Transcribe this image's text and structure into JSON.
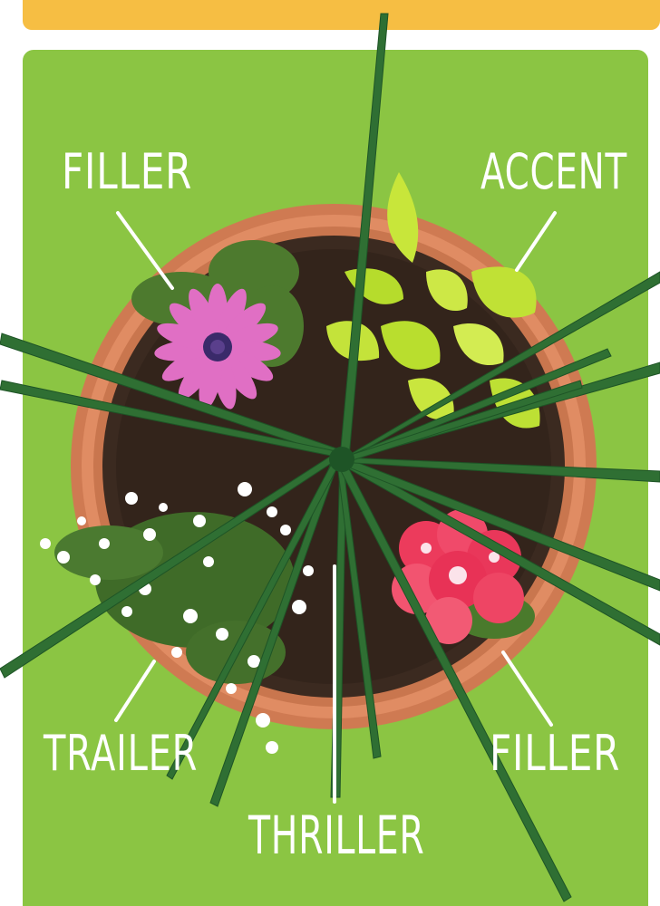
{
  "colors": {
    "header_bar": "#f6be43",
    "background": "#8bc543",
    "pot_rim": "#d9835a",
    "soil": "#3b2a20",
    "label_text": "#ffffff"
  },
  "labels": {
    "filler_top_left": "FILLER",
    "accent_top_right": "ACCENT",
    "trailer_bottom_left": "TRAILER",
    "filler_bottom_right": "FILLER",
    "thriller_bottom_center": "THRILLER"
  },
  "icons": {
    "daisy": "pink-osteospermum-flower-icon",
    "potato_vine": "lime-sweet-potato-vine-icon",
    "bacopa": "white-bacopa-flowers-icon",
    "geranium": "red-geranium-flower-icon",
    "spike": "spiky-dracaena-grass-icon"
  }
}
